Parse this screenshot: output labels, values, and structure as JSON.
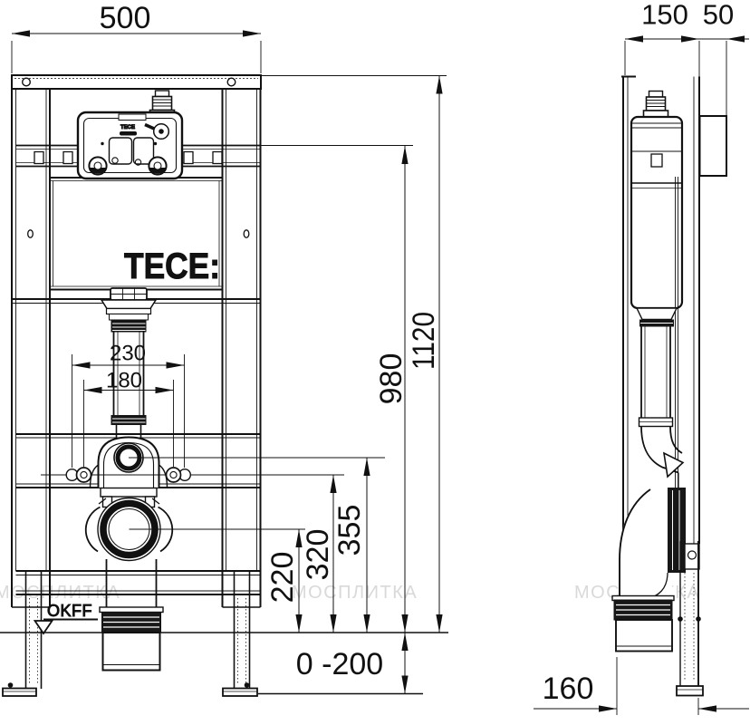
{
  "drawing": {
    "logo": "TECE:",
    "box_logo": "TECE",
    "floor_level_label": "OKFF",
    "watermark_text": "МОСПЛИТКА",
    "line_color": "#111111",
    "watermark_color": "#d9d9d9"
  },
  "dimensions": {
    "front": {
      "total_width": "500",
      "bolt_spacing_outer": "230",
      "bolt_spacing_inner": "180",
      "total_height": "1120",
      "rail_height": "980",
      "flush_elbow_height": "355",
      "fixing_bolt_height": "320",
      "waste_outlet_height": "220",
      "floor_adjustment_range": "0 -200"
    },
    "side": {
      "frame_depth": "150",
      "plate_depth": "50",
      "outlet_offset": "160"
    }
  }
}
